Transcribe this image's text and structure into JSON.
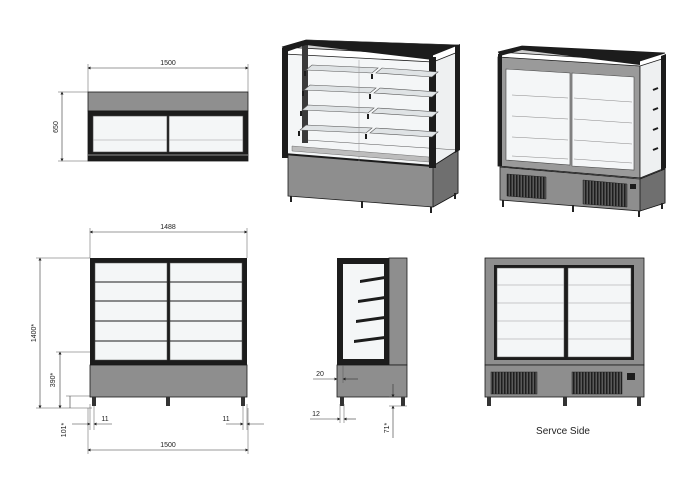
{
  "dimensions": {
    "top_width": "1500",
    "top_height": "650",
    "front_inner_width": "1488",
    "front_total_height": "1400*",
    "base_height": "390*",
    "foot_height": "101*",
    "left_offset": "11",
    "right_offset": "11",
    "bottom_width": "1500",
    "side_offset_20": "20",
    "side_offset_12": "12",
    "side_foot": "71*"
  },
  "captions": {
    "service_side": "Servce Side"
  },
  "colors": {
    "line": "#1a1a1a",
    "frame": "#202020",
    "steel": "#8e8e8e",
    "steel_dark": "#6f6f6f",
    "glass": "#f4f6f7",
    "vent": "#3a3a3a"
  }
}
